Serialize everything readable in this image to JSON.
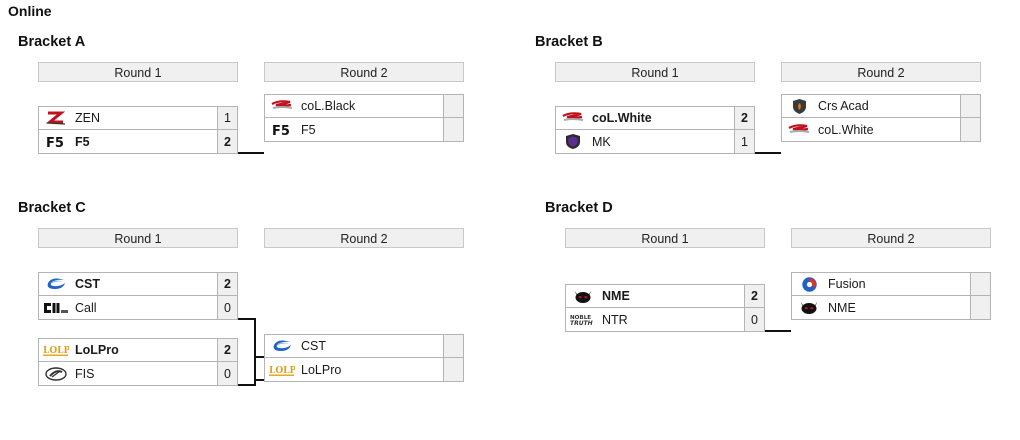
{
  "page": {
    "title": "Online"
  },
  "round_labels": {
    "r1": "Round 1",
    "r2": "Round 2"
  },
  "brackets": [
    {
      "title": "Bracket A",
      "round1": [
        {
          "top": {
            "name": "ZEN",
            "logo": "zen-logo",
            "score": "1",
            "winner": false
          },
          "bottom": {
            "name": "F5",
            "logo": "f5-logo",
            "score": "2",
            "winner": true
          }
        }
      ],
      "round2": [
        {
          "top": {
            "name": "coL.Black",
            "logo": "col-logo",
            "score": "",
            "winner": false
          },
          "bottom": {
            "name": "F5",
            "logo": "f5-logo",
            "score": "",
            "winner": false
          }
        }
      ]
    },
    {
      "title": "Bracket B",
      "round1": [
        {
          "top": {
            "name": "coL.White",
            "logo": "col-logo",
            "score": "2",
            "winner": true
          },
          "bottom": {
            "name": "MK",
            "logo": "mk-logo",
            "score": "1",
            "winner": false
          }
        }
      ],
      "round2": [
        {
          "top": {
            "name": "Crs Acad",
            "logo": "crs-logo",
            "score": "",
            "winner": false
          },
          "bottom": {
            "name": "coL.White",
            "logo": "col-logo",
            "score": "",
            "winner": false
          }
        }
      ]
    },
    {
      "title": "Bracket C",
      "round1": [
        {
          "top": {
            "name": "CST",
            "logo": "cst-logo",
            "score": "2",
            "winner": true
          },
          "bottom": {
            "name": "Call",
            "logo": "call-logo",
            "score": "0",
            "winner": false
          }
        },
        {
          "top": {
            "name": "LoLPro",
            "logo": "lolpro-logo",
            "score": "2",
            "winner": true
          },
          "bottom": {
            "name": "FIS",
            "logo": "fis-logo",
            "score": "0",
            "winner": false
          }
        }
      ],
      "round2": [
        {
          "top": {
            "name": "CST",
            "logo": "cst-logo",
            "score": "",
            "winner": false
          },
          "bottom": {
            "name": "LoLPro",
            "logo": "lolpro-logo",
            "score": "",
            "winner": false
          }
        }
      ]
    },
    {
      "title": "Bracket D",
      "round1": [
        {
          "top": {
            "name": "NME",
            "logo": "nme-logo",
            "score": "2",
            "winner": true
          },
          "bottom": {
            "name": "NTR",
            "logo": "ntr-logo",
            "score": "0",
            "winner": false
          }
        }
      ],
      "round2": [
        {
          "top": {
            "name": "Fusion",
            "logo": "fusion-logo",
            "score": "",
            "winner": false
          },
          "bottom": {
            "name": "NME",
            "logo": "nme-logo",
            "score": "",
            "winner": false
          }
        }
      ]
    }
  ],
  "colors": {
    "header_bg": "#f0f0f0",
    "border": "#b4b4b4",
    "score_bg": "#f0f0f0",
    "connector": "#111111",
    "col_red": "#c0121c",
    "lolpro_gold": "#e2a01a",
    "cst_blue": "#1f63c4",
    "mk_purple": "#5b2d91",
    "crs_orange": "#e8761b"
  }
}
